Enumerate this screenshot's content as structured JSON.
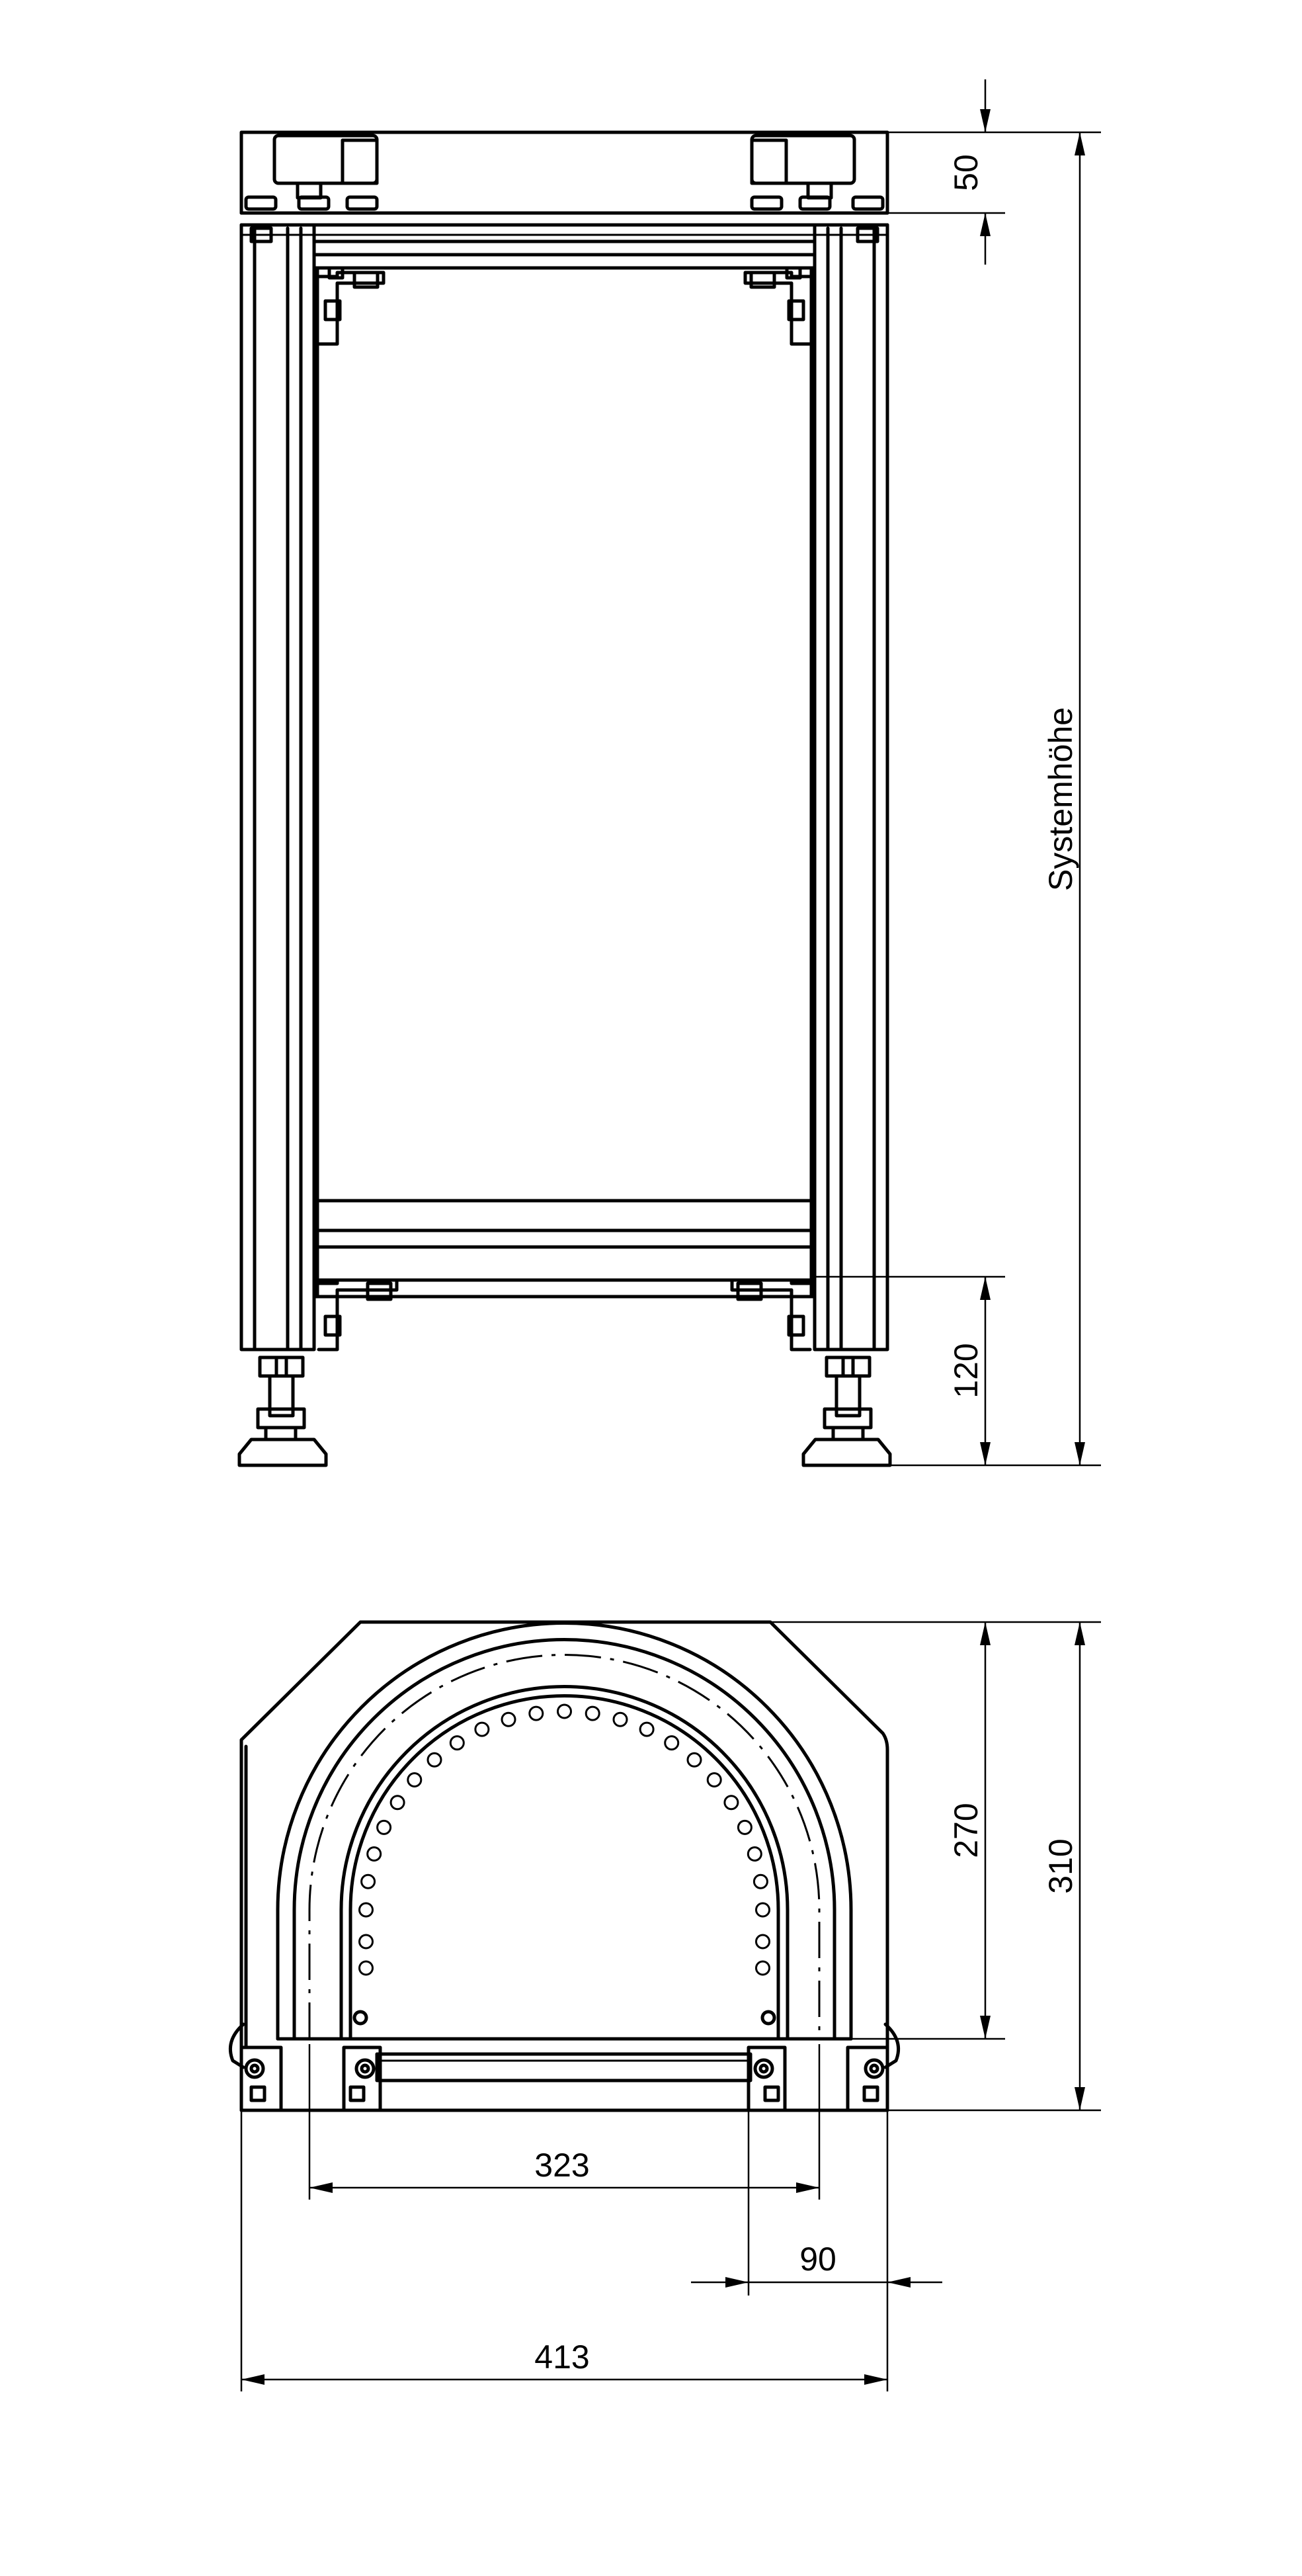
{
  "labels": {
    "top_height": "50",
    "system_height": "Systemhöhe",
    "bottom_height": "120",
    "arc_height": "270",
    "total_height": "310",
    "inner_width": "323",
    "foot_width": "90",
    "total_width": "413"
  }
}
